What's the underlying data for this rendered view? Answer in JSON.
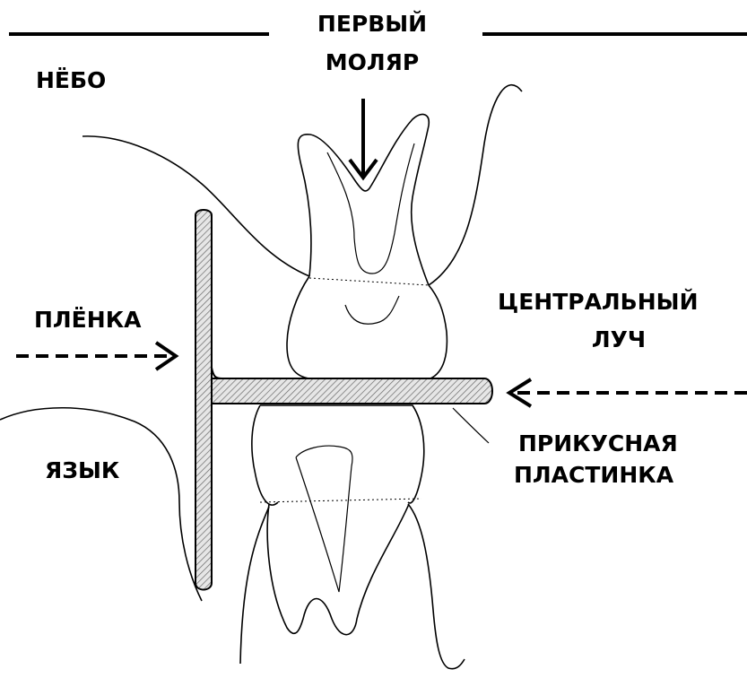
{
  "labels": {
    "first_molar_line1": "ПЕРВЫЙ",
    "first_molar_line2": "МОЛЯР",
    "palate": "НЁБО",
    "film": "ПЛЁНКА",
    "central_ray_line1": "ЦЕНТРАЛЬНЫЙ",
    "central_ray_line2": "ЛУЧ",
    "tongue": "ЯЗЫК",
    "bite_plate_line1": "ПРИКУСНАЯ",
    "bite_plate_line2": "ПЛАСТИНКА"
  },
  "colors": {
    "ink": "#000000",
    "background": "#ffffff",
    "hatch_fill": "#c8c8c8"
  }
}
